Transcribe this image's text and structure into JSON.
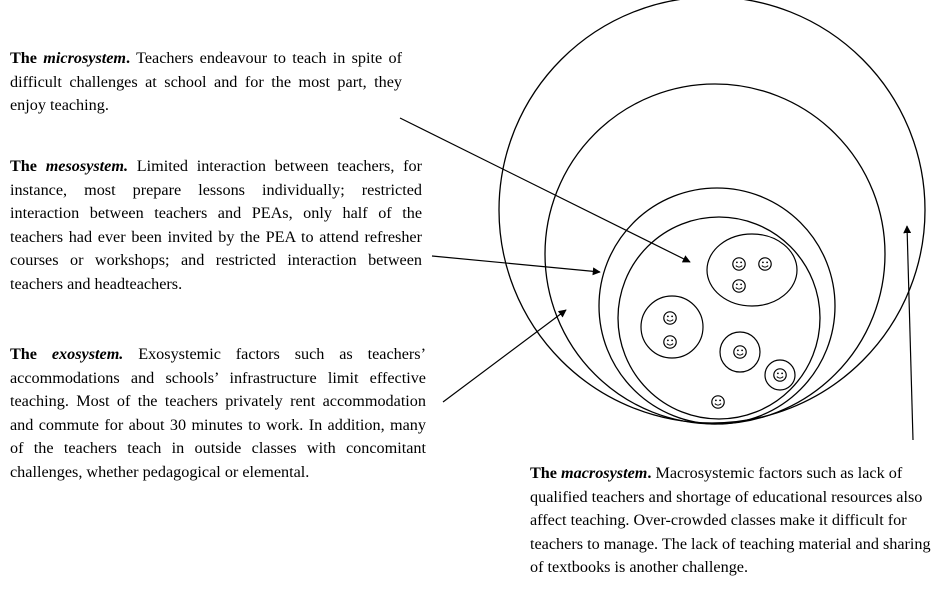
{
  "microsystem": {
    "lead": "The ",
    "term": "microsystem",
    "punct": ".",
    "text": " Teachers endeavour to teach in spite of difficult challenges at school and for the most part, they enjoy teaching."
  },
  "mesosystem": {
    "lead": "The ",
    "term": "mesosystem.",
    "text": " Limited interaction between teachers, for instance, most prepare lessons individually; restricted interaction between teachers and PEAs, only half of the teachers had ever been invited by the PEA to attend refresher courses or workshops; and restricted interaction between teachers and headteachers."
  },
  "exosystem": {
    "lead": "The ",
    "term": "exosystem.",
    "text": " Exosystemic factors such as teachers’ accommodations and schools’ infrastructure limit effective teaching. Most of the teachers privately rent accommodation and commute for about 30 minutes to work. In addition, many of the teachers teach in outside classes with concomitant challenges, whether pedagogical or elemental."
  },
  "macrosystem": {
    "lead": "The ",
    "term": "macrosystem",
    "punct": ".",
    "text": " Macrosystemic factors such as lack of qualified teachers and shortage of educational resources also affect teaching. Over-crowded classes make it difficult for teachers to manage. The lack of teaching material and sharing of textbooks is another challenge."
  },
  "icons": {
    "person": "smiley-face-icon",
    "pointer": "arrow-icon"
  },
  "colors": {
    "line": "#000000",
    "background": "#ffffff"
  }
}
